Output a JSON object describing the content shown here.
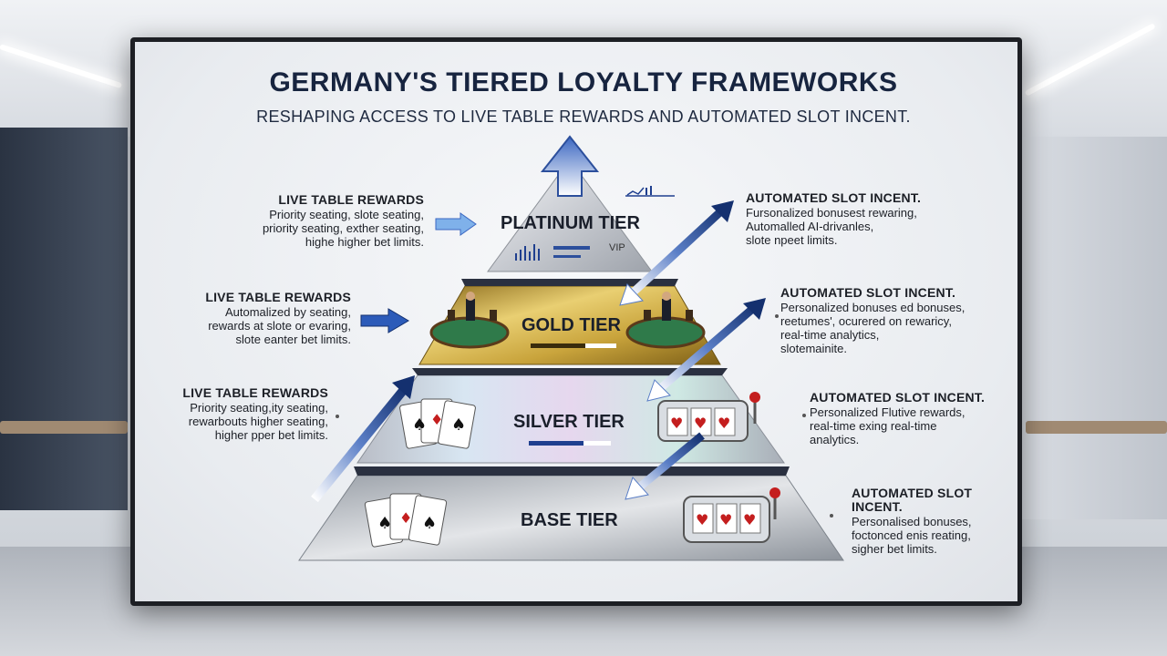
{
  "title": "GERMANY'S TIERED LOYALTY FRAMEWORKS",
  "subtitle": "RESHAPING ACCESS TO LIVE TABLE REWARDS AND AUTOMATED SLOT INCENT.",
  "tiers": [
    {
      "label": "PLATINUM TIER",
      "badge": "VIP"
    },
    {
      "label": "GOLD TIER"
    },
    {
      "label": "SILVER TIER"
    },
    {
      "label": "BASE TIER"
    }
  ],
  "left_notes": [
    {
      "heading": "LIVE TABLE REWARDS",
      "lines": [
        "Priority seating, slote seating,",
        "priority seating, exther seating,",
        "highe higher bet limits."
      ]
    },
    {
      "heading": "LIVE TABLE REWARDS",
      "lines": [
        "Automalized by seating,",
        "rewards at slote or evaring,",
        "slote eanter bet limits."
      ]
    },
    {
      "heading": "LIVE TABLE REWARDS",
      "lines": [
        "Priority seating,ity seating,",
        "rewarbouts higher seating,",
        "higher pper bet limits."
      ]
    }
  ],
  "right_notes": [
    {
      "heading": "AUTOMATED SLOT INCENT.",
      "lines": [
        "Fursonalized bonusest rewaring,",
        "Automalled AI-drivanles,",
        "slote npeet limits."
      ]
    },
    {
      "heading": "AUTOMATED SLOT INCENT.",
      "lines": [
        "Personalized bonuses ed bonuses,",
        "reetumes', ocurered on rewaricy,",
        "real-time analytics,",
        "slotemainite."
      ]
    },
    {
      "heading": "AUTOMATED SLOT INCENT.",
      "lines": [
        "Personalized Flutive rewards,",
        "real-time exing real-time",
        "analytics."
      ]
    },
    {
      "heading": "AUTOMATED SLOT INCENT.",
      "lines": [
        "Personalised bonuses,",
        "foctonced enis reating,",
        "sigher bet limits."
      ]
    }
  ],
  "colors": {
    "navy": "#17243f",
    "gold": "#c9a43c",
    "arrow_blue": "#1f3f8f",
    "felt_green": "#2f7a4a"
  },
  "icons": [
    "up-arrow-icon",
    "chart-icon",
    "card-table-icon",
    "playing-cards-icon",
    "slot-machine-icon",
    "diagonal-arrow-icon"
  ]
}
